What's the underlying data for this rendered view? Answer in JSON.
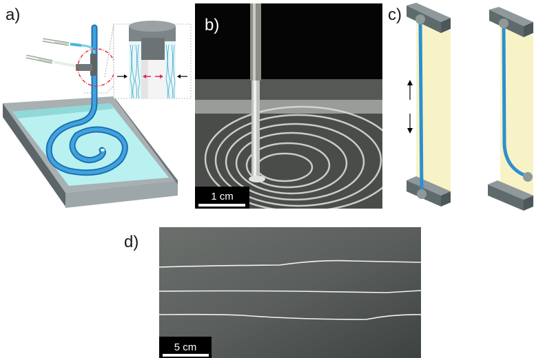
{
  "figure": {
    "panels": [
      {
        "id": "a",
        "label": "a)",
        "description": "Schematic: two syringes feeding a coaxial T-junction nozzle extruding a blue tube coiled in a spiral inside a liquid bath; inset shows nozzle cross-section with fibrous walls and arrows"
      },
      {
        "id": "b",
        "label": "b)",
        "description": "Photograph of transparent tube extruded from needle forming spiral coils in a dish",
        "scale_bar": "1 cm"
      },
      {
        "id": "c",
        "label": "c)",
        "description": "Schematic of tube held between two clamps on yellow panel; left straight with up/down arrows, right bent"
      },
      {
        "id": "d",
        "label": "d)",
        "description": "Photograph of three long white fibers on dark gray background",
        "scale_bar": "5 cm"
      }
    ]
  },
  "colors": {
    "tube_blue": "#2f8fd0",
    "bath_liquid": "#b8f0f0",
    "bath_wall": "#9aa3a6",
    "panel_yellow": "#f7f3c6",
    "clamp_gray": "#5f6a6c",
    "arrow_red": "#e0245e",
    "circle_red": "#e03030"
  }
}
